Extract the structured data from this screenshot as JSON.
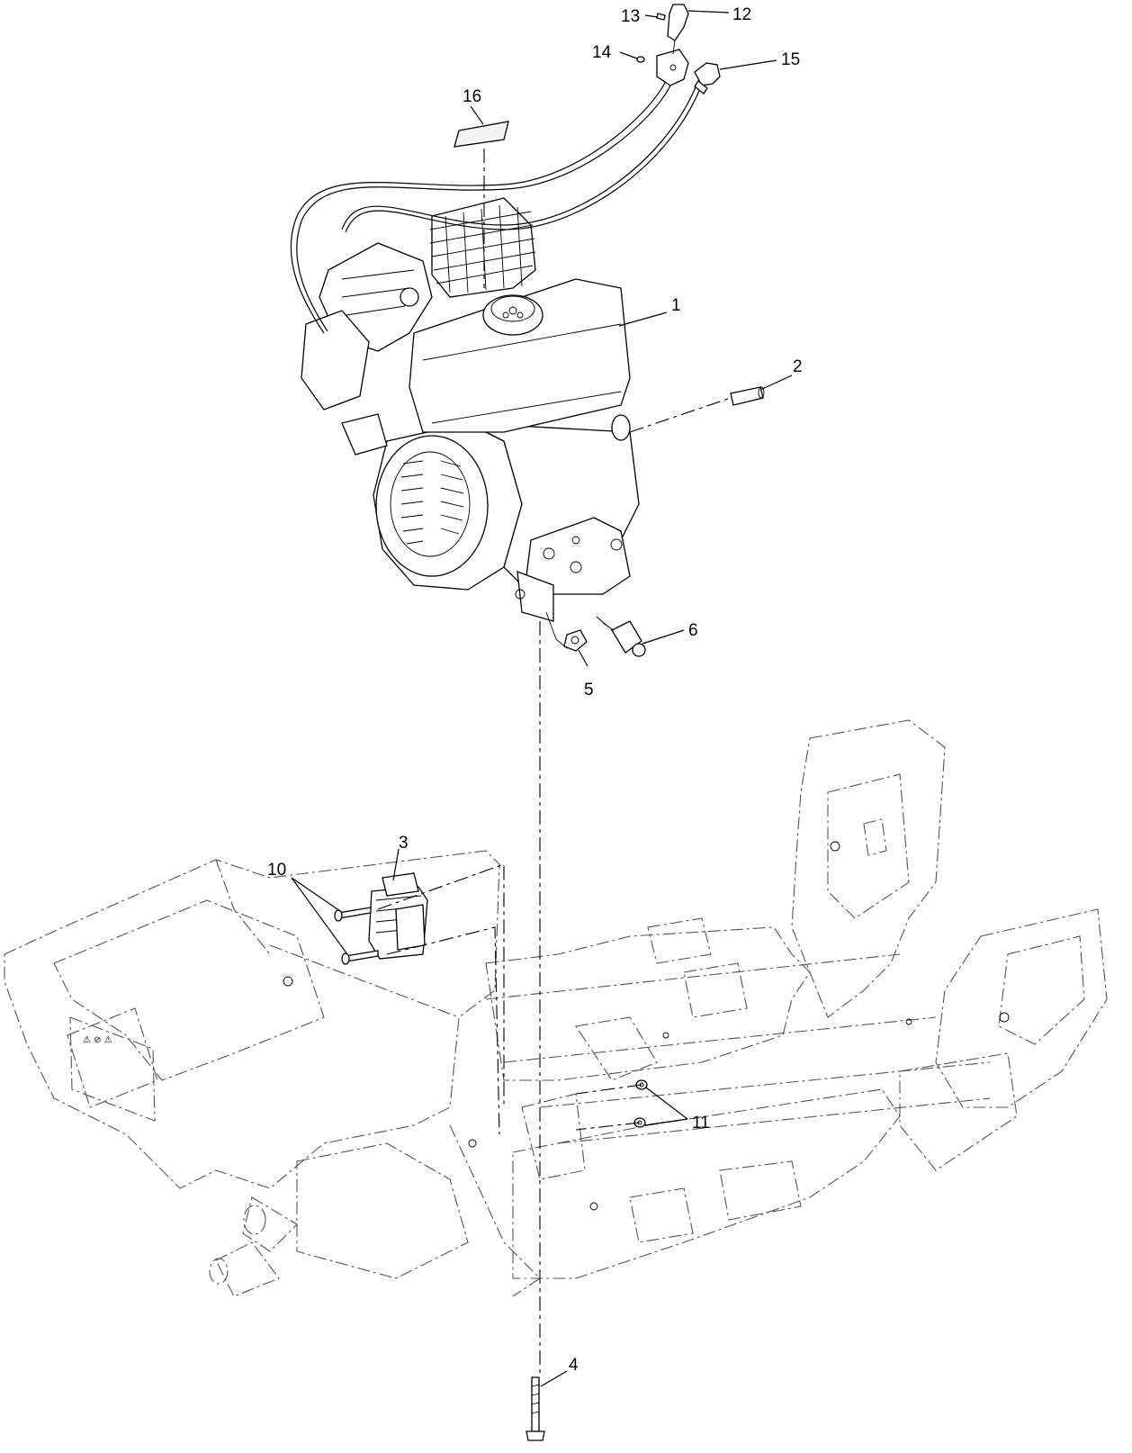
{
  "callouts": {
    "c1": "1",
    "c2": "2",
    "c3": "3",
    "c4": "4",
    "c5": "5",
    "c6": "6",
    "c10": "10",
    "c11": "11",
    "c12": "12",
    "c13": "13",
    "c14": "14",
    "c15": "15",
    "c16": "16"
  }
}
